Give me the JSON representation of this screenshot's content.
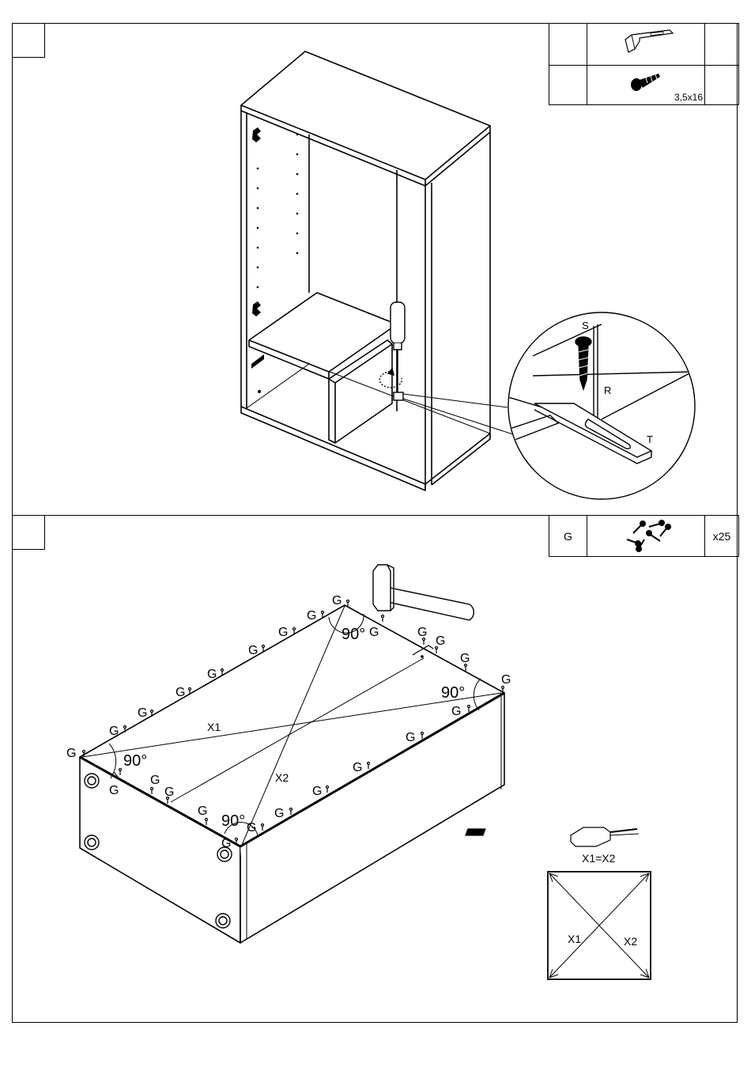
{
  "step1": {
    "parts": {
      "screw_size": "3,5x16"
    },
    "detail_labels": {
      "screw": "S",
      "rail": "R",
      "bracket": "T"
    }
  },
  "step2": {
    "parts": {
      "code": "G",
      "qty": "x25"
    },
    "angle_label": "90°",
    "diagonal_1": "X1",
    "diagonal_2": "X2",
    "nail_label": "G",
    "measure_rule": "X1=X2",
    "legend_x1": "X1",
    "legend_x2": "X2"
  }
}
